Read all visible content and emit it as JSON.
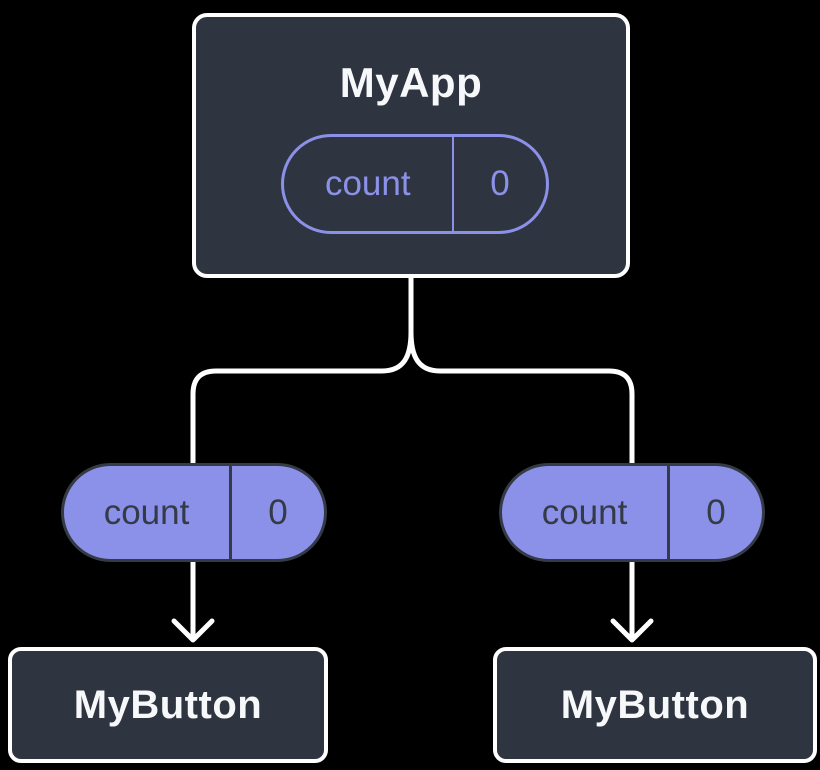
{
  "colors": {
    "background": "#000000",
    "card_dark": "#2F3540",
    "accent_purple": "#8B91E8",
    "line_white": "#FFFFFF",
    "text_light": "#F7F8FA",
    "text_dark": "#343A46"
  },
  "root_node": {
    "title": "MyApp",
    "state_name": "count",
    "state_value": "0"
  },
  "left_pill": {
    "name": "count",
    "value": "0"
  },
  "right_pill": {
    "name": "count",
    "value": "0"
  },
  "left_child": {
    "title": "MyButton"
  },
  "right_child": {
    "title": "MyButton"
  }
}
